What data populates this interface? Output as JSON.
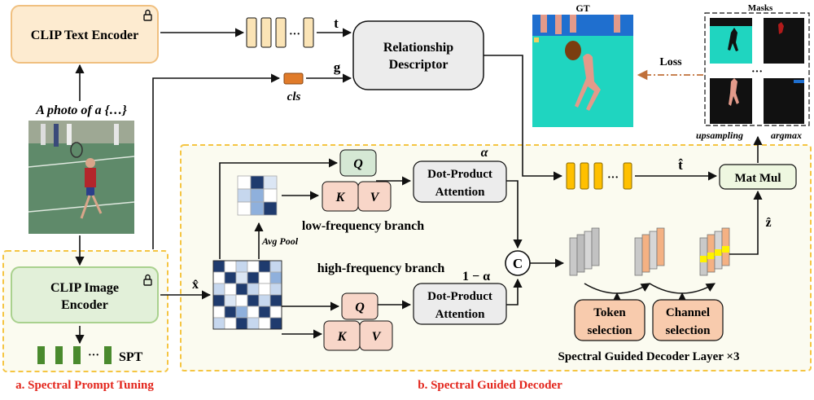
{
  "encoders": {
    "text_encoder": "CLIP Text Encoder",
    "image_encoder_line1": "CLIP Image",
    "image_encoder_line2": "Encoder",
    "caption": "A photo of a {…}",
    "spt": "SPT"
  },
  "tokens": {
    "t": "t",
    "g": "g",
    "cls": "cls",
    "ellipsis": "···",
    "x_hat": "x̂",
    "t_hat": "t̂",
    "z_hat": "ẑ"
  },
  "relationship_descriptor": {
    "line1": "Relationship",
    "line2": "Descriptor"
  },
  "attention": {
    "q": "Q",
    "k": "K",
    "v": "V",
    "dpa_line1": "Dot-Product",
    "dpa_line2": "Attention",
    "alpha": "α",
    "one_minus_alpha": "1 − α",
    "concat": "C",
    "avg_pool": "Avg  Pool"
  },
  "branches": {
    "low": "low-frequency branch",
    "high": "high-frequency branch"
  },
  "selection": {
    "token_line1": "Token",
    "token_line2": "selection",
    "channel_line1": "Channel",
    "channel_line2": "selection"
  },
  "decoder_layer": "Spectral Guided Decoder Layer ×3",
  "mat_mul": "Mat Mul",
  "outputs": {
    "gt": "GT",
    "masks": "Masks",
    "loss": "Loss",
    "upsampling": "upsampling",
    "argmax": "argmax",
    "dots": "···"
  },
  "section_labels": {
    "a": "a. Spectral Prompt Tuning",
    "b": "b. Spectral Guided  Decoder"
  },
  "colors": {
    "text_encoder_fill": "#fdebd0",
    "text_encoder_border": "#f0c080",
    "image_encoder_fill": "#e2f0d9",
    "image_encoder_border": "#a9d18e",
    "section_border": "#f5c542",
    "section_fill": "#fbfbf0",
    "red_label": "#e3261d",
    "k_v_fill": "#f8d6c8",
    "q_fill": "#d5e8d4",
    "yellow_token": "#ffc000",
    "cls_token": "#e07b2a",
    "loss_arrow": "#c0703a"
  }
}
